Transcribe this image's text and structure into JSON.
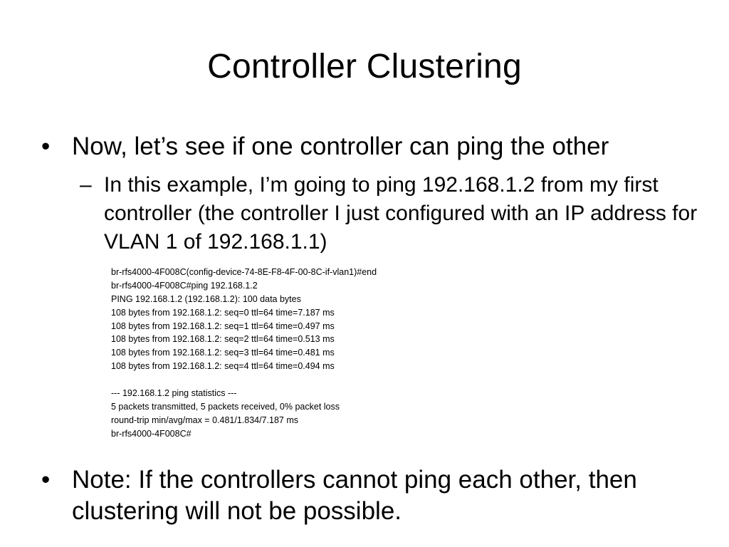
{
  "slide": {
    "title": "Controller Clustering",
    "bullets": [
      {
        "marker": "•",
        "text": "Now, let’s see if one controller can ping the other"
      },
      {
        "marker": "•",
        "text": "Note: If the controllers cannot ping each other, then clustering will not be possible."
      }
    ],
    "sub_bullet": {
      "marker": "–",
      "text": "In this example, I’m going to ping 192.168.1.2 from my first controller (the controller I just configured with an IP address for VLAN 1 of 192.168.1.1)"
    },
    "cli_output": [
      "br-rfs4000-4F008C(config-device-74-8E-F8-4F-00-8C-if-vlan1)#end",
      "br-rfs4000-4F008C#ping 192.168.1.2",
      "PING 192.168.1.2 (192.168.1.2): 100 data bytes",
      "108 bytes from 192.168.1.2: seq=0 ttl=64 time=7.187 ms",
      "108 bytes from 192.168.1.2: seq=1 ttl=64 time=0.497 ms",
      "108 bytes from 192.168.1.2: seq=2 ttl=64 time=0.513 ms",
      "108 bytes from 192.168.1.2: seq=3 ttl=64 time=0.481 ms",
      "108 bytes from 192.168.1.2: seq=4 ttl=64 time=0.494 ms",
      "",
      "--- 192.168.1.2 ping statistics ---",
      "5 packets transmitted, 5 packets received, 0% packet loss",
      "round-trip min/avg/max = 0.481/1.834/7.187 ms",
      "br-rfs4000-4F008C#"
    ]
  }
}
